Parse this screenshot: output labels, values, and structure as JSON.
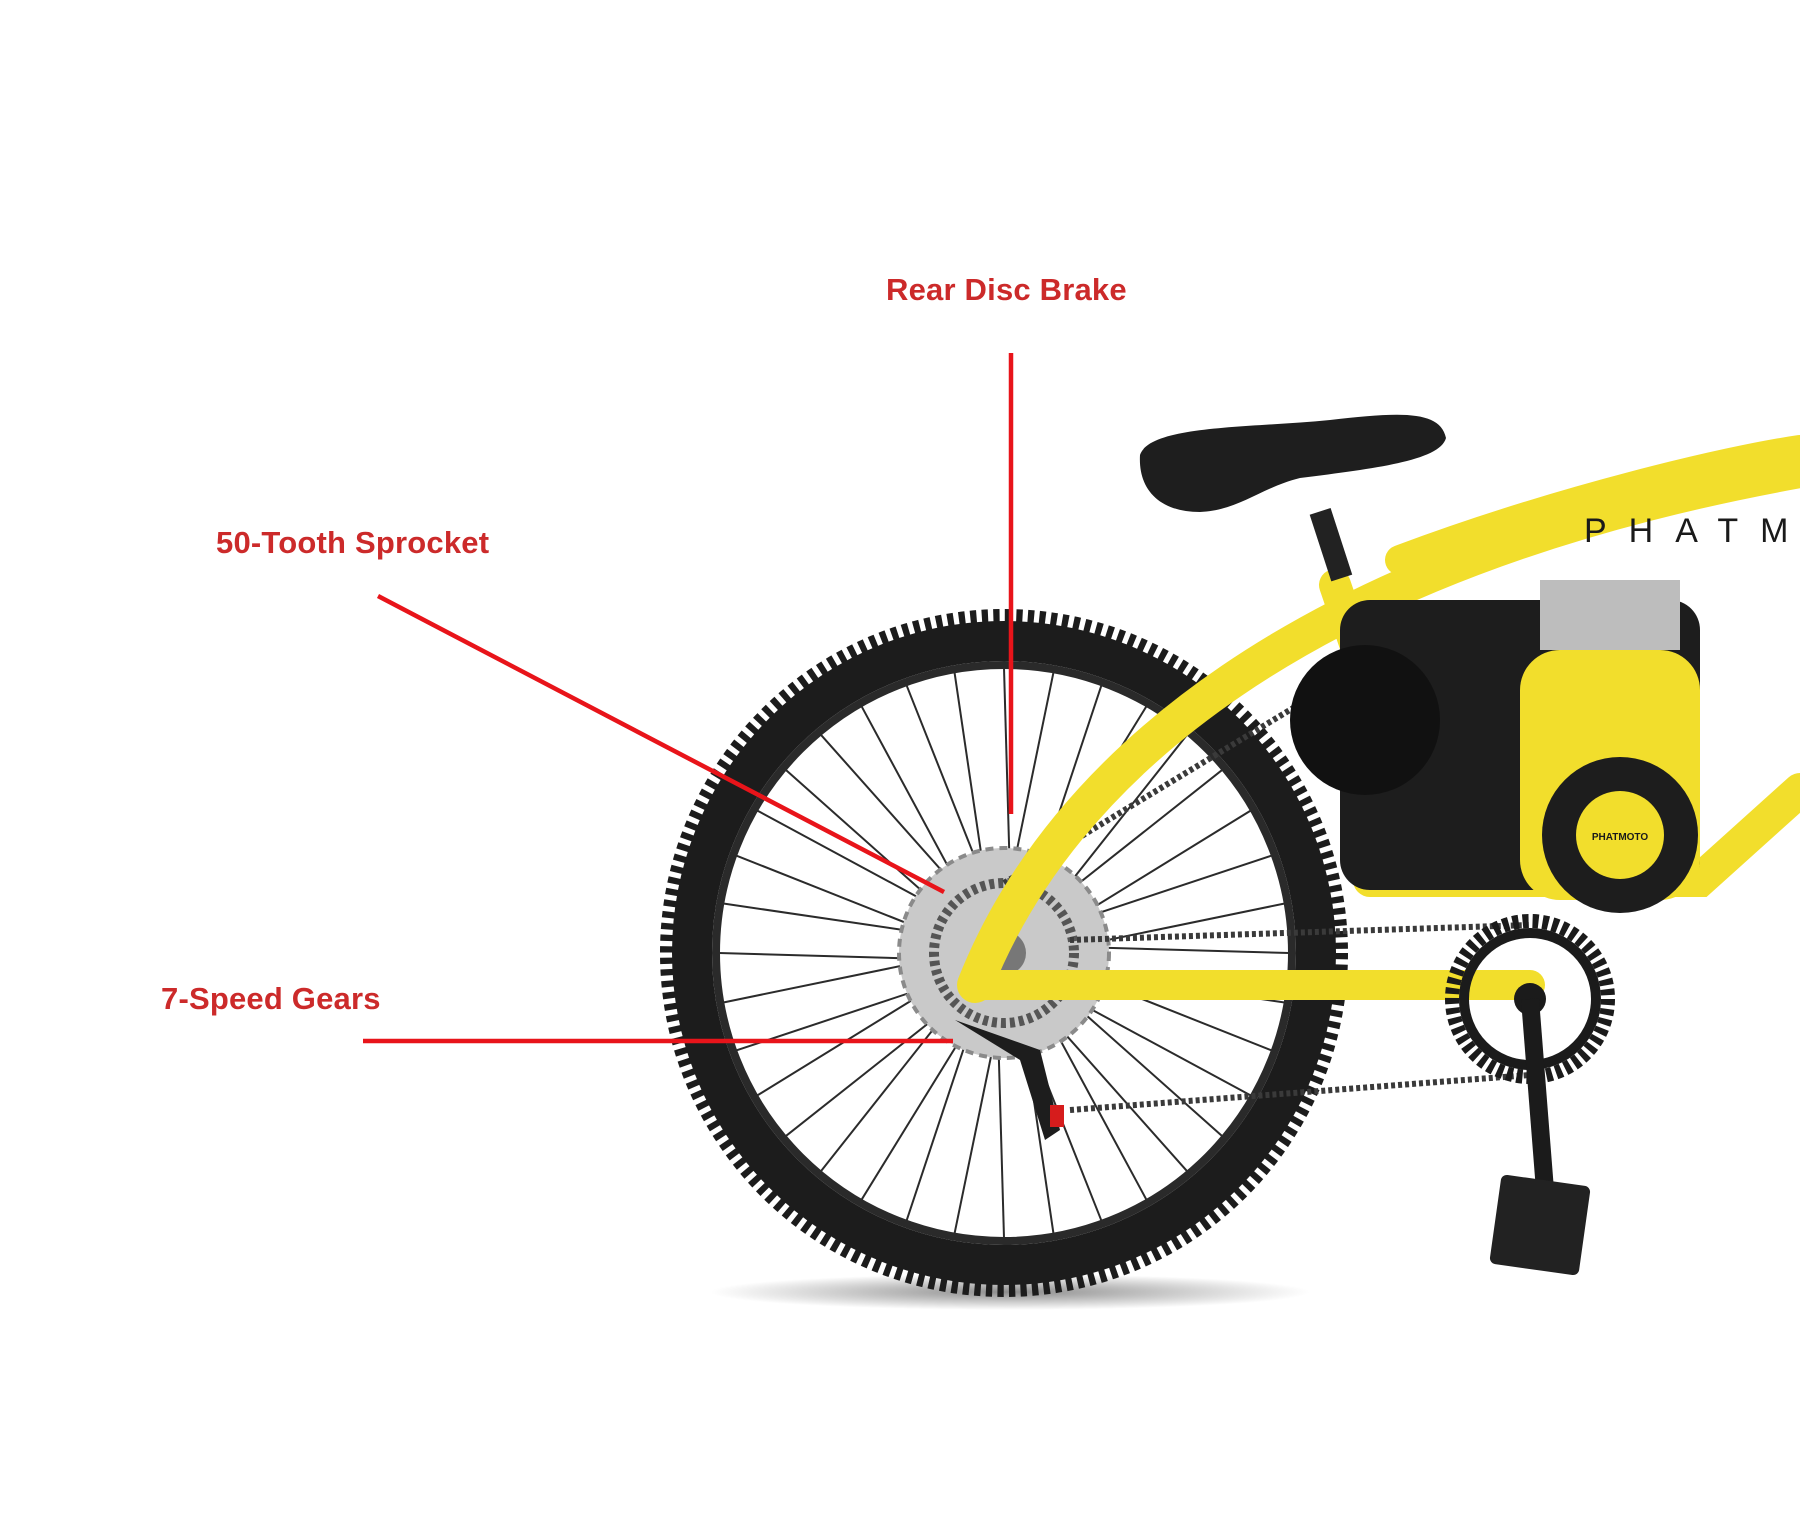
{
  "annotations": [
    {
      "id": "rear-disc-brake",
      "label": "Rear Disc Brake"
    },
    {
      "id": "sprocket",
      "label": "50-Tooth Sprocket"
    },
    {
      "id": "gears",
      "label": "7-Speed Gears"
    }
  ],
  "bike": {
    "frame_brand": "PHATM",
    "engine_badge": "PHATMOTO"
  },
  "colors": {
    "label_text": "#cc2a2a",
    "leader_line": "#e8141a",
    "frame": "#f2de2c",
    "tire": "#1c1c1c",
    "background": "#ffffff"
  }
}
